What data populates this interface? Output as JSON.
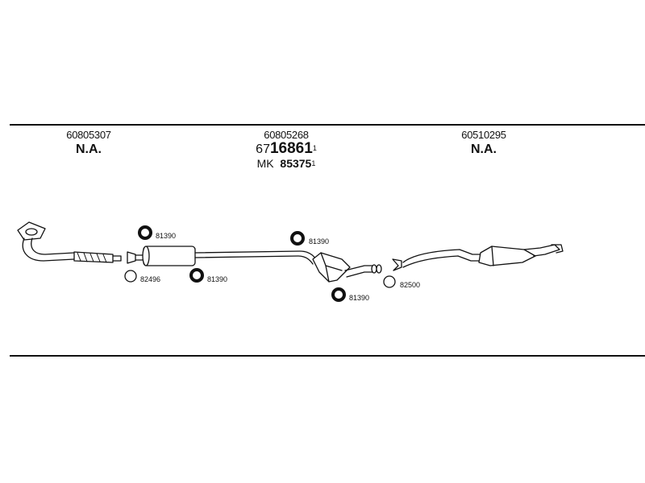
{
  "sections": [
    {
      "part_number": "60805307",
      "status": "N.A."
    },
    {
      "part_number": "60805268",
      "alt_prefix": "67",
      "alt_number": "16861",
      "alt_sup": "1",
      "mk_label": "MK",
      "mk_number": "85375",
      "mk_sup": "1"
    },
    {
      "part_number": "60510295",
      "status": "N.A."
    }
  ],
  "fittings": [
    {
      "id": "r1",
      "label": "81390",
      "type": "ring"
    },
    {
      "id": "r2",
      "label": "82496",
      "type": "gasket"
    },
    {
      "id": "r3",
      "label": "81390",
      "type": "ring"
    },
    {
      "id": "r4",
      "label": "81390",
      "type": "ring"
    },
    {
      "id": "r5",
      "label": "81390",
      "type": "ring"
    },
    {
      "id": "r6",
      "label": "82500",
      "type": "gasket"
    }
  ]
}
